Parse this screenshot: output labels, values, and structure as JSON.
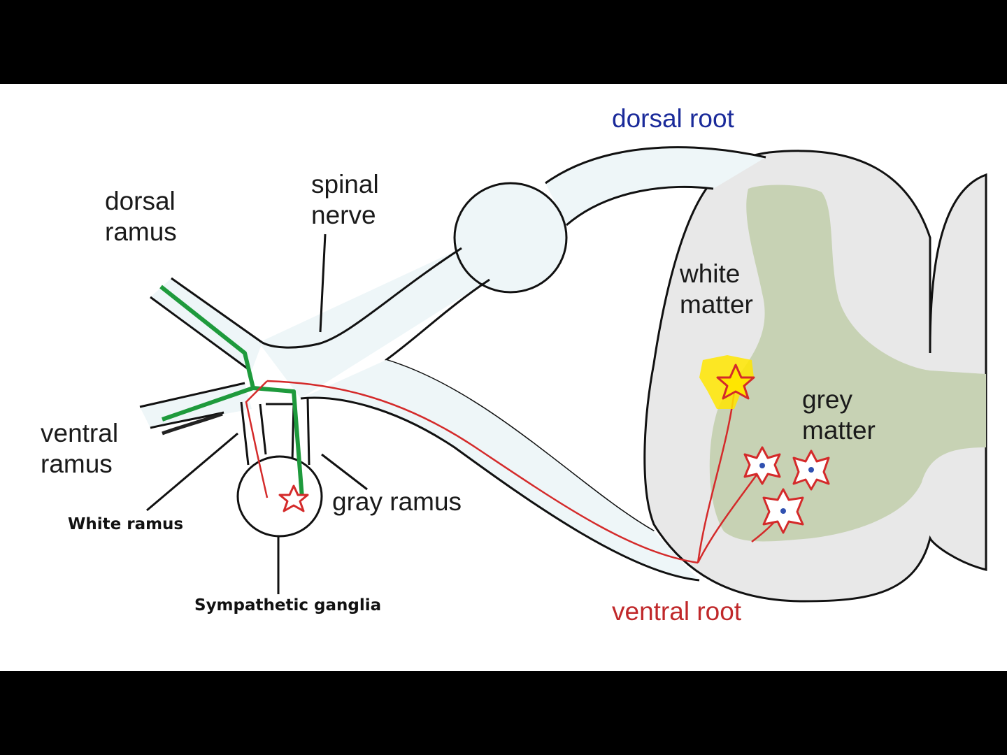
{
  "labels": {
    "dorsal_root": "dorsal root",
    "spinal_nerve_1": "spinal",
    "spinal_nerve_2": "nerve",
    "dorsal_ramus_1": "dorsal",
    "dorsal_ramus_2": "ramus",
    "ventral_ramus_1": "ventral",
    "ventral_ramus_2": "ramus",
    "white_ramus": "White ramus",
    "gray_ramus": "gray ramus",
    "sympathetic_ganglia": "Sympathetic ganglia",
    "white_matter_1": "white",
    "white_matter_2": "matter",
    "grey_matter_1": "grey",
    "grey_matter_2": "matter",
    "ventral_root": "ventral root"
  },
  "colors": {
    "background": "#ffffff",
    "letterbox": "#000000",
    "nerve_fill": "#eef6f8",
    "white_matter": "#e8e8e8",
    "grey_matter": "#c7d2b4",
    "sympathetic_fiber": "#1e9a3c",
    "motor_fiber": "#d42a2a",
    "dorsal_root_text": "#1a2a9a",
    "ventral_root_text": "#c0282a",
    "sensory_highlight": "#ffe600"
  }
}
